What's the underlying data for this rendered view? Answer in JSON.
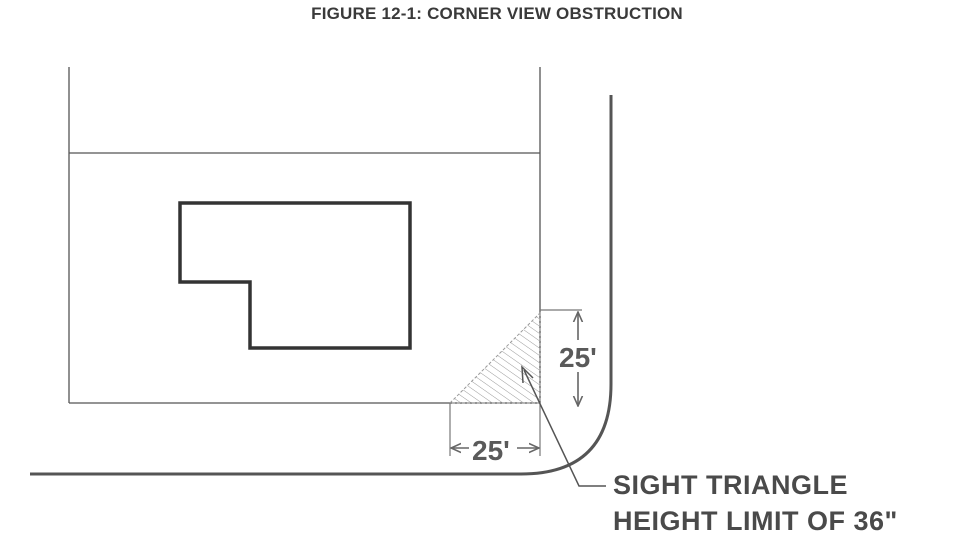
{
  "figure": {
    "title": "FIGURE 12-1: CORNER VIEW OBSTRUCTION"
  },
  "dimensions": {
    "vertical_leg": "25'",
    "horizontal_leg": "25'"
  },
  "callout": {
    "line1": "SIGHT TRIANGLE",
    "line2": "HEIGHT LIMIT OF 36\""
  },
  "colors": {
    "line": "#555555",
    "building_outline": "#333333",
    "hatch": "#9a9a9a"
  }
}
